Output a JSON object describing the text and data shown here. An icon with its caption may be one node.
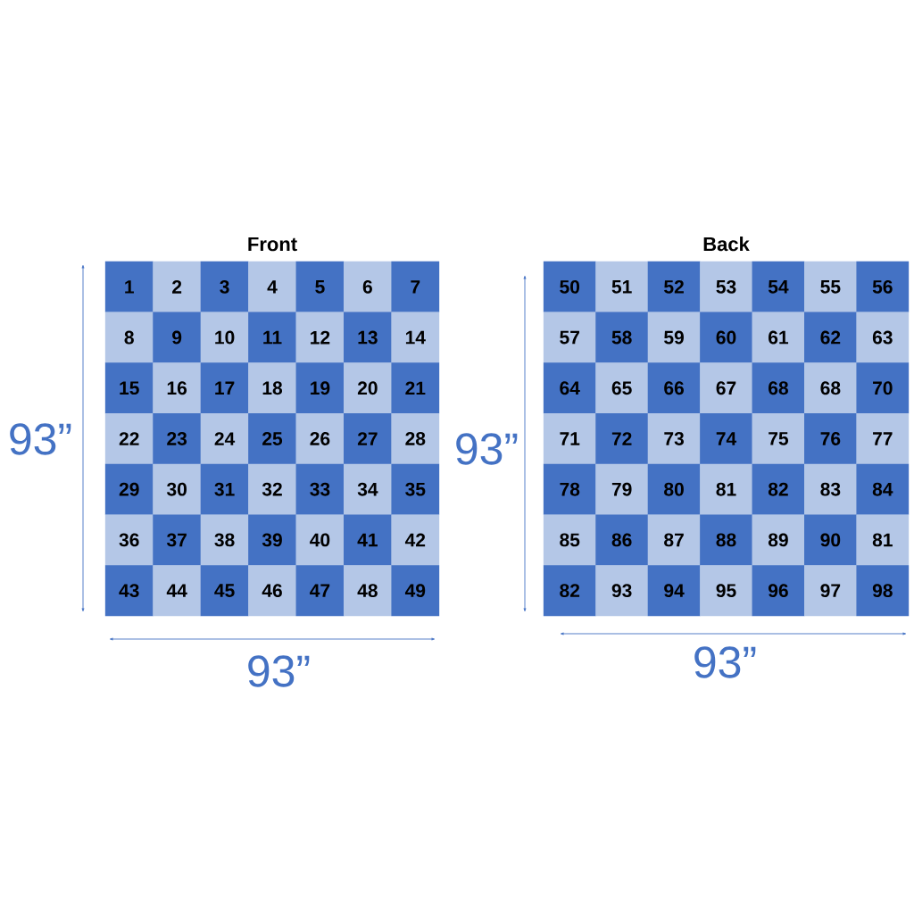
{
  "diagram": {
    "nodes": [
      {
        "text": [
          "Front"
        ]
      },
      {
        "text": [
          "1"
        ],
        "in": 0
      },
      {
        "text": [
          "2"
        ],
        "in": 0
      },
      {
        "text": [
          "3"
        ],
        "in": 0
      },
      {
        "text": [
          "4"
        ],
        "in": 0
      },
      {
        "text": [
          "5"
        ],
        "in": 0
      },
      {
        "text": [
          "6"
        ],
        "in": 0
      },
      {
        "text": [
          "7"
        ],
        "in": 0
      },
      {
        "text": [
          "8"
        ],
        "in": 0
      },
      {
        "text": [
          "9"
        ],
        "in": 0
      },
      {
        "text": [
          "10"
        ],
        "in": 0
      },
      {
        "text": [
          "11"
        ],
        "in": 0
      },
      {
        "text": [
          "12"
        ],
        "in": 0
      },
      {
        "text": [
          "13"
        ],
        "in": 0
      },
      {
        "text": [
          "14"
        ],
        "in": 0
      },
      {
        "text": [
          "15"
        ],
        "in": 0
      },
      {
        "text": [
          "16"
        ],
        "in": 0
      },
      {
        "text": [
          "17"
        ],
        "in": 0
      },
      {
        "text": [
          "18"
        ],
        "in": 0
      },
      {
        "text": [
          "19"
        ],
        "in": 0
      },
      {
        "text": [
          "20"
        ],
        "in": 0
      },
      {
        "text": [
          "21"
        ],
        "in": 0
      },
      {
        "text": [
          "22"
        ],
        "in": 0
      },
      {
        "text": [
          "23"
        ],
        "in": 0
      },
      {
        "text": [
          "24"
        ],
        "in": 0
      },
      {
        "text": [
          "25"
        ],
        "in": 0
      },
      {
        "text": [
          "26"
        ],
        "in": 0
      },
      {
        "text": [
          "27"
        ],
        "in": 0
      },
      {
        "text": [
          "28"
        ],
        "in": 0
      },
      {
        "text": [
          "29"
        ],
        "in": 0
      },
      {
        "text": [
          "30"
        ],
        "in": 0
      },
      {
        "text": [
          "31"
        ],
        "in": 0
      },
      {
        "text": [
          "32"
        ],
        "in": 0
      },
      {
        "text": [
          "33"
        ],
        "in": 0
      },
      {
        "text": [
          "34"
        ],
        "in": 0
      },
      {
        "text": [
          "35"
        ],
        "in": 0
      },
      {
        "text": [
          "36"
        ],
        "in": 0
      },
      {
        "text": [
          "37"
        ],
        "in": 0
      },
      {
        "text": [
          "38"
        ],
        "in": 0
      },
      {
        "text": [
          "39"
        ],
        "in": 0
      },
      {
        "text": [
          "40"
        ],
        "in": 0
      },
      {
        "text": [
          "41"
        ],
        "in": 0
      },
      {
        "text": [
          "42"
        ],
        "in": 0
      },
      {
        "text": [
          "43"
        ],
        "in": 0
      },
      {
        "text": [
          "44"
        ],
        "in": 0
      },
      {
        "text": [
          "45"
        ],
        "in": 0
      },
      {
        "text": [
          "46"
        ],
        "in": 0
      },
      {
        "text": [
          "47"
        ],
        "in": 0
      },
      {
        "text": [
          "48"
        ],
        "in": 0
      },
      {
        "text": [
          "49"
        ],
        "in": 0
      },
      {
        "text": [
          "Back"
        ]
      },
      {
        "text": [
          "50"
        ],
        "in": 50
      },
      {
        "text": [
          "51"
        ],
        "in": 50
      },
      {
        "text": [
          "52"
        ],
        "in": 50
      },
      {
        "text": [
          "53"
        ],
        "in": 50
      },
      {
        "text": [
          "54"
        ],
        "in": 50
      },
      {
        "text": [
          "55"
        ],
        "in": 50
      },
      {
        "text": [
          "56"
        ],
        "in": 50
      },
      {
        "text": [
          "57"
        ],
        "in": 50
      },
      {
        "text": [
          "58"
        ],
        "in": 50
      },
      {
        "text": [
          "59"
        ],
        "in": 50
      },
      {
        "text": [
          "60"
        ],
        "in": 50
      },
      {
        "text": [
          "61"
        ],
        "in": 50
      },
      {
        "text": [
          "62"
        ],
        "in": 50
      },
      {
        "text": [
          "63"
        ],
        "in": 50
      },
      {
        "text": [
          "64"
        ],
        "in": 50
      },
      {
        "text": [
          "65"
        ],
        "in": 50
      },
      {
        "text": [
          "66"
        ],
        "in": 50
      },
      {
        "text": [
          "67"
        ],
        "in": 50
      },
      {
        "text": [
          "68"
        ],
        "in": 50
      },
      {
        "text": [
          "68"
        ],
        "in": 50
      },
      {
        "text": [
          "70"
        ],
        "in": 50
      },
      {
        "text": [
          "71"
        ],
        "in": 50
      },
      {
        "text": [
          "72"
        ],
        "in": 50
      },
      {
        "text": [
          "73"
        ],
        "in": 50
      },
      {
        "text": [
          "74"
        ],
        "in": 50
      },
      {
        "text": [
          "75"
        ],
        "in": 50
      },
      {
        "text": [
          "76"
        ],
        "in": 50
      },
      {
        "text": [
          "77"
        ],
        "in": 50
      },
      {
        "text": [
          "78"
        ],
        "in": 50
      },
      {
        "text": [
          "79"
        ],
        "in": 50
      },
      {
        "text": [
          "80"
        ],
        "in": 50
      },
      {
        "text": [
          "81"
        ],
        "in": 50
      },
      {
        "text": [
          "82"
        ],
        "in": 50
      },
      {
        "text": [
          "83"
        ],
        "in": 50
      },
      {
        "text": [
          "84"
        ],
        "in": 50
      },
      {
        "text": [
          "85"
        ],
        "in": 50
      },
      {
        "text": [
          "86"
        ],
        "in": 50
      },
      {
        "text": [
          "87"
        ],
        "in": 50
      },
      {
        "text": [
          "88"
        ],
        "in": 50
      },
      {
        "text": [
          "89"
        ],
        "in": 50
      },
      {
        "text": [
          "90"
        ],
        "in": 50
      },
      {
        "text": [
          "81"
        ],
        "in": 50
      },
      {
        "text": [
          "82"
        ],
        "in": 50
      },
      {
        "text": [
          "93"
        ],
        "in": 50
      },
      {
        "text": [
          "94"
        ],
        "in": 50
      },
      {
        "text": [
          "95"
        ],
        "in": 50
      },
      {
        "text": [
          "96"
        ],
        "in": 50
      },
      {
        "text": [
          "97"
        ],
        "in": 50
      },
      {
        "text": [
          "98"
        ],
        "in": 50
      }
    ],
    "labels": [
      "93”",
      "93”",
      "93”",
      "93”"
    ]
  }
}
